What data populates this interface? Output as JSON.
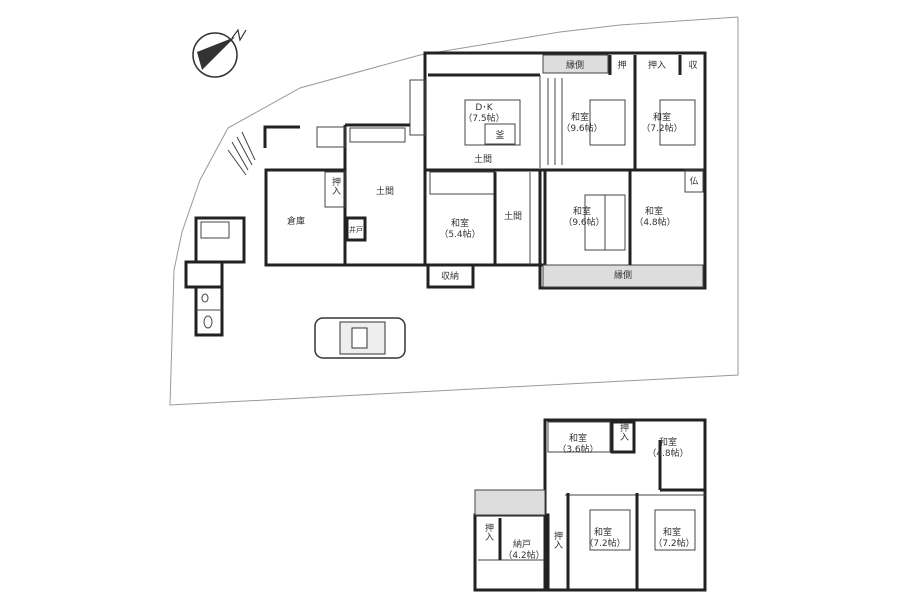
{
  "floor1": {
    "dk": "D･K",
    "dk_size": "（7.5帖）",
    "kama": "釜",
    "doma_top": "土間",
    "doma_left": "土間",
    "doma_mid": "土間",
    "engawa_top": "縁側",
    "engawa_bottom": "縁側",
    "oshi_top1": "押",
    "oshiire_top": "押入",
    "osame_top": "収",
    "butsudan": "仏",
    "washitsu_a": "和室",
    "washitsu_a_size": "（9.6帖）",
    "washitsu_b": "和室",
    "washitsu_b_size": "（7.2帖）",
    "washitsu_c": "和室",
    "washitsu_c_size": "（9.6帖）",
    "washitsu_d": "和室",
    "washitsu_d_size": "（4.8帖）",
    "washitsu_e": "和室",
    "washitsu_e_size": "（5.4帖）",
    "shuno": "収納",
    "soko": "倉庫",
    "oshiire_soko": "押入",
    "ido": "井戸"
  },
  "floor2": {
    "washitsu_a": "和室",
    "washitsu_a_size": "（3.6帖）",
    "washitsu_b": "和室",
    "washitsu_b_size": "（4.8帖）",
    "washitsu_c": "和室",
    "washitsu_c_size": "（7.2帖）",
    "washitsu_d": "和室",
    "washitsu_d_size": "（7.2帖）",
    "oshiire_a": "押入",
    "oshiire_b": "押入",
    "oshiire_c": "押入",
    "nando": "納戸",
    "nando_size": "（4.2帖）"
  },
  "compass": {
    "icon": "north-arrow-icon"
  }
}
